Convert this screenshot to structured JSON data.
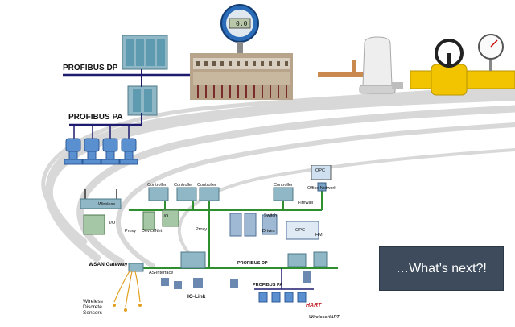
{
  "buses": {
    "profibus_dp_top": "PROFIBUS DP",
    "profibus_pa_top": "PROFIBUS PA",
    "profibus_dp_bottom": "PROFIBUS DP",
    "profibus_pa_bottom": "PROFIBUS PA"
  },
  "network": {
    "controller_1": "Controller",
    "controller_2": "Controller",
    "controller_3": "Controller",
    "controller_4": "Controller",
    "opc_top": "OPC",
    "office_network": "Office Network",
    "firewall": "Firewall",
    "wireless": "Wireless",
    "io_left": "I/O",
    "io_right": "I/O",
    "proxy_left": "Proxy",
    "devicenet": "DeviceNet",
    "proxy_mid": "Proxy",
    "switch": "Switch",
    "drives": "Drives",
    "opc_box": "OPC",
    "hmi": "HMI",
    "wsan_gateway": "WSAN Gateway",
    "as_interface": "AS-interface",
    "io_link": "IO-Link",
    "wireless_discrete_sensors": "Wireless Discrete Sensors",
    "hart": "HART",
    "wirelesshart": "WirelessHART"
  },
  "callout": {
    "text": "…What’s next?!"
  },
  "gauge": {
    "readout": "0.0"
  },
  "colors": {
    "bus_navy": "#1e1b6e",
    "network_green": "#2f8f2f",
    "device_blue": "#5a8fd0",
    "callout_bg": "#3d4b5c",
    "pipe_yellow": "#f2c400",
    "swoosh_gray": "#d6d6d6"
  }
}
